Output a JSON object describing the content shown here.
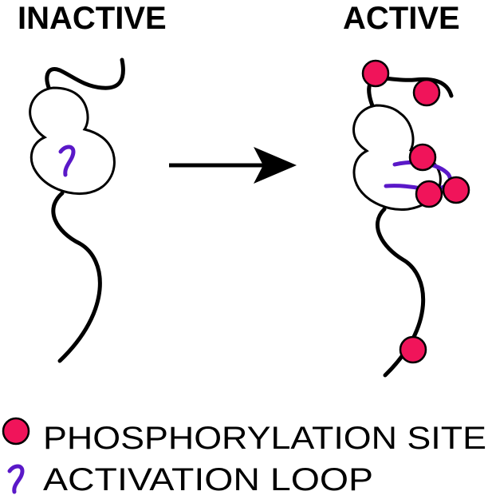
{
  "titles": {
    "inactive": "INACTIVE",
    "active": "ACTIVE"
  },
  "legend": {
    "phosphorylation_site": "PHOSPHORYLATION SITE",
    "activation_loop": "ACTIVATION LOOP"
  },
  "colors": {
    "phosphorylation_site": "#f0145a",
    "activation_loop": "#5a18c8",
    "outline": "#000000"
  }
}
